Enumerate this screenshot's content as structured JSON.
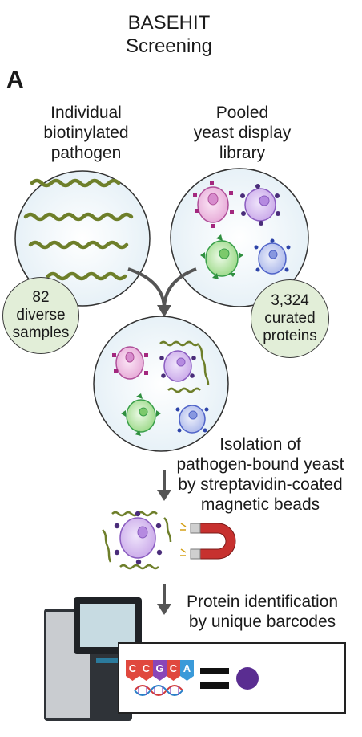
{
  "title": "BASEHIT\nScreening",
  "panel_label": "A",
  "labels": {
    "left_input": "Individual\nbiotinylated\npathogen",
    "right_input": "Pooled\nyeast display\nlibrary",
    "isolation": "Isolation of\npathogen-bound yeast\nby streptavidin-coated\nmagnetic beads",
    "identification": "Protein identification\nby unique barcodes"
  },
  "stats": {
    "samples": "82\ndiverse\nsamples",
    "proteins": "3,324\ncurated\nproteins"
  },
  "barcode_letters": [
    "C",
    "C",
    "G",
    "C",
    "A"
  ],
  "colors": {
    "pathogen": "#6e7f2a",
    "pink_yeast": "#e6a8d6",
    "purple_yeast": "#c9a8e9",
    "green_yeast": "#b8e8a6",
    "blue_yeast": "#b9c2ee",
    "stat_fill": "#e2eed8",
    "magnet_red": "#c7312f",
    "barcode_dot": "#5a2d91"
  }
}
